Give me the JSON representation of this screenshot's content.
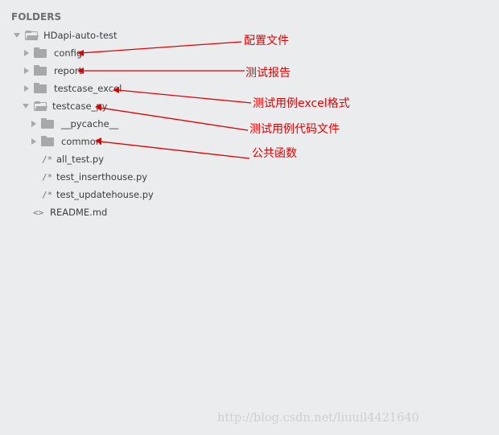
{
  "sidebar": {
    "header": "FOLDERS",
    "tree": [
      {
        "label": "HDapi-auto-test",
        "type": "folder-open"
      },
      {
        "label": "config",
        "type": "folder"
      },
      {
        "label": "report",
        "type": "folder"
      },
      {
        "label": "testcase_excel",
        "type": "folder"
      },
      {
        "label": "testcase_py",
        "type": "folder-open"
      },
      {
        "label": "__pycache__",
        "type": "folder"
      },
      {
        "label": "common",
        "type": "folder"
      },
      {
        "label": "all_test.py",
        "type": "file",
        "icon_text": "/*"
      },
      {
        "label": "test_inserthouse.py",
        "type": "file",
        "icon_text": "/*"
      },
      {
        "label": "test_updatehouse.py",
        "type": "file",
        "icon_text": "/*"
      },
      {
        "label": "README.md",
        "type": "file",
        "icon_text": "<>"
      }
    ]
  },
  "annotations": [
    {
      "text": "配置文件",
      "target": "config"
    },
    {
      "text": "测试报告",
      "target": "report"
    },
    {
      "text": "测试用例excel格式",
      "target": "testcase_excel"
    },
    {
      "text": "测试用例代码文件",
      "target": "testcase_py"
    },
    {
      "text": "公共函数",
      "target": "common"
    }
  ],
  "watermark": "http://blog.csdn.net/liuuil4421640",
  "colors": {
    "annotation": "#e00000",
    "background": "#ebecee",
    "icon": "#a8a8a8"
  }
}
